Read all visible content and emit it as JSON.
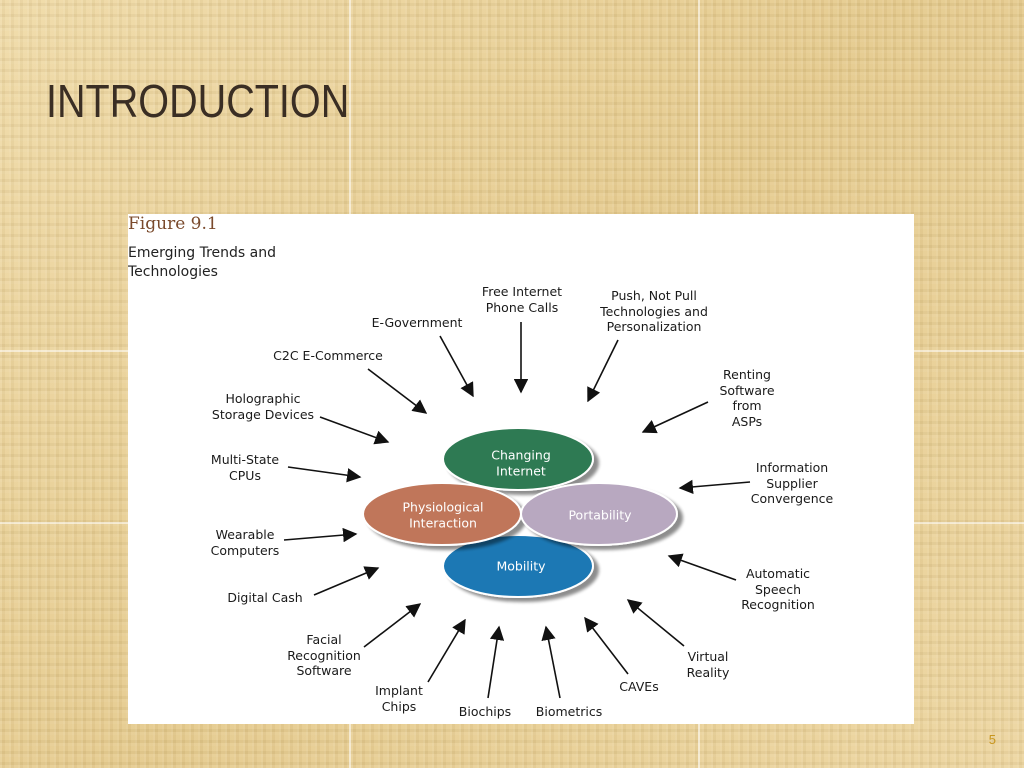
{
  "slide": {
    "title": "INTRODUCTION",
    "page_number": "5"
  },
  "figure": {
    "label": "Figure 9.1",
    "caption": "Emerging Trends and Technologies",
    "core": {
      "top": "Changing\nInternet",
      "left": "Physiological\nInteraction",
      "right": "Portability",
      "bottom": "Mobility"
    },
    "trends": [
      "Free Internet\nPhone Calls",
      "Push, Not Pull\nTechnologies and\nPersonalization",
      "E-Government",
      "C2C E-Commerce",
      "Renting\nSoftware\nfrom\nASPs",
      "Holographic\nStorage Devices",
      "Multi-State\nCPUs",
      "Information\nSupplier\nConvergence",
      "Wearable\nComputers",
      "Digital Cash",
      "Automatic\nSpeech\nRecognition",
      "Facial\nRecognition\nSoftware",
      "Virtual\nReality",
      "Implant\nChips",
      "Biochips",
      "Biometrics",
      "CAVEs"
    ]
  },
  "colors": {
    "changing_internet": "#2f7a52",
    "physiological_interaction": "#c0765a",
    "portability": "#b8a8c0",
    "mobility": "#1e78b4",
    "title_text": "#3a2e24",
    "page_number": "#c8961e"
  }
}
